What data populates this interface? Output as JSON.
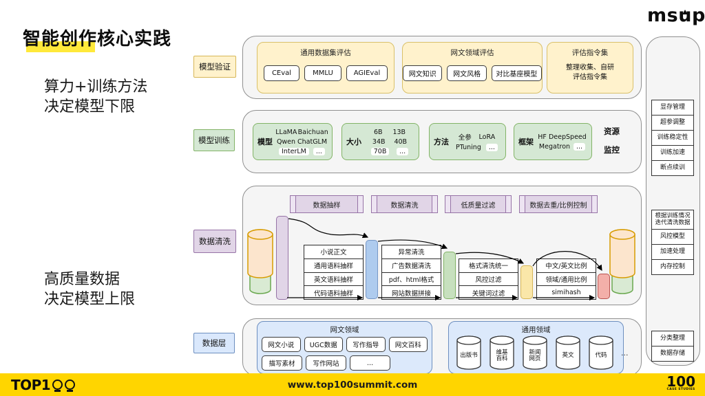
{
  "brand": {
    "name": "msup",
    "reg": "®"
  },
  "title": "智能创作核心实践",
  "notes": {
    "top": "算力+训练方法\n决定模型下限",
    "bottom": "高质量数据\n决定模型上限"
  },
  "labels": {
    "validation": "模型验证",
    "training": "模型训练",
    "cleaning": "数据清洗",
    "data": "数据层"
  },
  "validation": {
    "general": {
      "title": "通用数据集评估",
      "buttons": [
        "CEval",
        "MMLU",
        "AGIEval"
      ]
    },
    "webnovel": {
      "title": "网文领域评估",
      "buttons": [
        "网文知识",
        "网文风格",
        "对比基座模型"
      ]
    },
    "instruction": {
      "title": "评估指令集",
      "desc": "整理收集、自研\n评估指令集"
    }
  },
  "training": {
    "model": {
      "label": "模型",
      "rows": [
        [
          "LLaMA",
          "Baichuan"
        ],
        [
          "Qwen",
          "ChatGLM"
        ],
        [
          "InterLM",
          "..."
        ]
      ]
    },
    "size": {
      "label": "大小",
      "rows": [
        [
          "6B",
          "13B"
        ],
        [
          "34B",
          "40B"
        ],
        [
          "70B",
          "..."
        ]
      ]
    },
    "method": {
      "label": "方法",
      "rows": [
        [
          "全参",
          "LoRA"
        ],
        [
          "PTuning",
          "..."
        ]
      ]
    },
    "framework": {
      "label": "框架",
      "rows": [
        [
          "HF",
          "DeepSpeed"
        ],
        [
          "Megatron",
          "..."
        ]
      ]
    },
    "resources": "资源",
    "monitoring": "监控"
  },
  "cleaning": {
    "headers": [
      "数据抽样",
      "数据清洗",
      "低质量过滤",
      "数据去重/比例控制"
    ],
    "sampling_table": [
      "小说正文",
      "通用语料抽样",
      "英文语料抽样",
      "代码语料抽样"
    ],
    "cleaning_table": [
      "异常清洗",
      "广告数据清洗",
      "pdf、html格式",
      "网站数据拼接"
    ],
    "filter_table": [
      "格式清洗统一",
      "风控过滤",
      "关键词过滤"
    ],
    "dedup_table": [
      "中文/英文比例",
      "领域/通用比例",
      "simihash"
    ]
  },
  "datalayer": {
    "webnovel": {
      "title": "网文领域",
      "row1": [
        "网文小说",
        "UGC数据",
        "写作指导",
        "网文百科"
      ],
      "row2": [
        "描写素材",
        "写作网站",
        "..."
      ]
    },
    "general": {
      "title": "通用领域",
      "cylinders": [
        "出版书",
        "维基\n百科",
        "新闻\n网页",
        "英文",
        "代码"
      ],
      "more": "..."
    }
  },
  "sidebar": {
    "group1": [
      "显存管理",
      "超参调整",
      "训练稳定性",
      "训练加速",
      "断点续训"
    ],
    "group2": [
      "根据训练情况\n迭代清洗数据",
      "风控模型",
      "加速处理",
      "内存控制"
    ],
    "group3": [
      "分类整理",
      "数据存储"
    ]
  },
  "footer": {
    "brand": "TOP1",
    "url": "www.top100summit.com",
    "right_number": "100",
    "right_sub": "CASE STUDIES"
  },
  "palette": {
    "footer_yellow": "#FFD500",
    "title_highlight": "#FFE93B",
    "yellow_box": "#FFF2CC",
    "green_box": "#D5E8D4",
    "purple_box": "#E1D5E7",
    "blue_box": "#DCE9FB"
  }
}
